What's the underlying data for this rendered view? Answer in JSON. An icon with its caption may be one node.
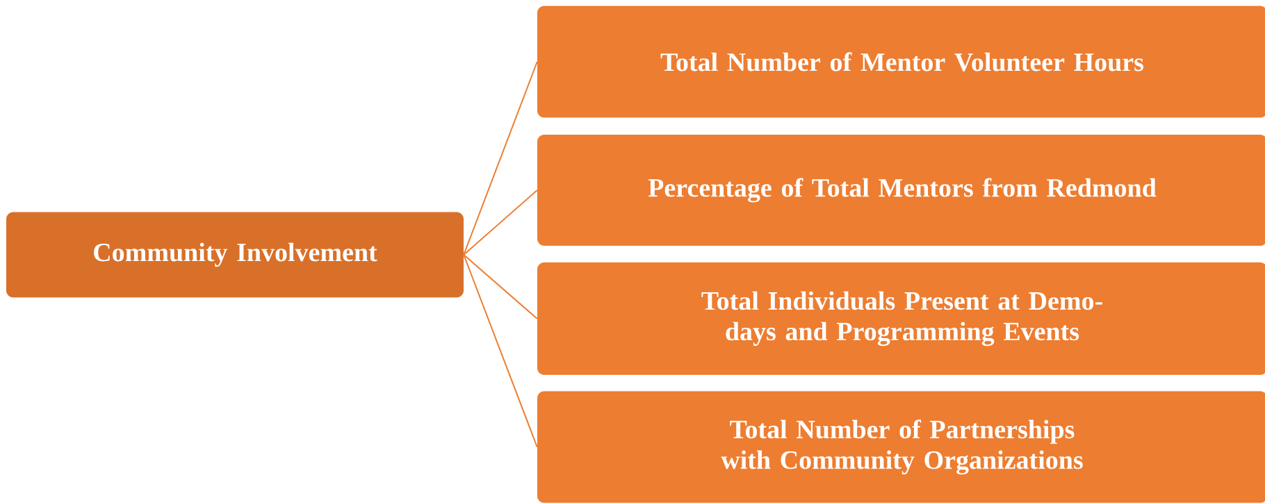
{
  "diagram": {
    "nodes": [
      {
        "text": [
          "Community Involvement"
        ]
      },
      {
        "text": [
          "Total Number of Mentor Volunteer Hours"
        ]
      },
      {
        "text": [
          "Percentage of Total Mentors from Redmond"
        ]
      },
      {
        "text": [
          "Total Individuals Present at Demo-days and Programming Events"
        ]
      },
      {
        "text": [
          "Total Number of Partnerships with Community Organizations"
        ]
      }
    ],
    "edges": [
      {
        "from": 0,
        "to": 1,
        "arrow": "none"
      },
      {
        "from": 0,
        "to": 2,
        "arrow": "none"
      },
      {
        "from": 0,
        "to": 3,
        "arrow": "none"
      },
      {
        "from": 0,
        "to": 4,
        "arrow": "none"
      }
    ]
  }
}
